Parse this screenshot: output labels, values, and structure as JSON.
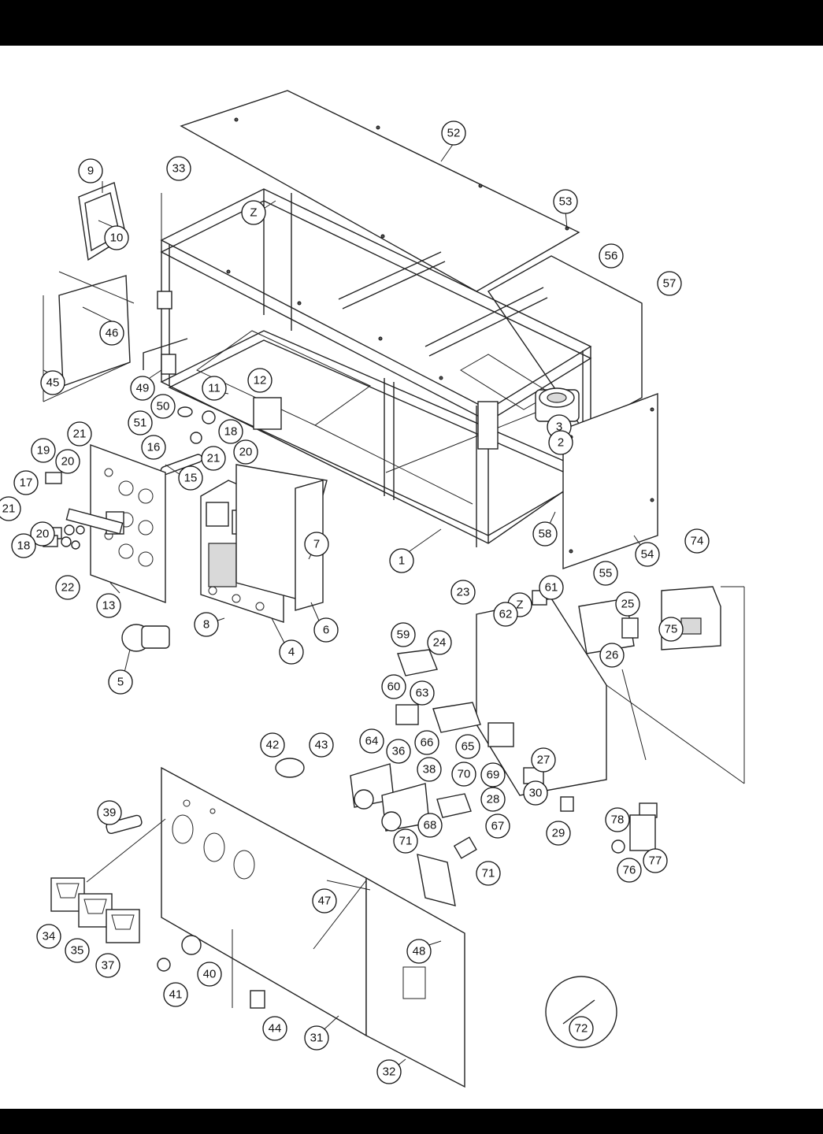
{
  "callouts": [
    {
      "label": "52"
    },
    {
      "label": "33"
    },
    {
      "label": "9"
    },
    {
      "label": "10"
    },
    {
      "label": "Z"
    },
    {
      "label": "53"
    },
    {
      "label": "56"
    },
    {
      "label": "57"
    },
    {
      "label": "46"
    },
    {
      "label": "45"
    },
    {
      "label": "49"
    },
    {
      "label": "11"
    },
    {
      "label": "12"
    },
    {
      "label": "50"
    },
    {
      "label": "51"
    },
    {
      "label": "18"
    },
    {
      "label": "20"
    },
    {
      "label": "21"
    },
    {
      "label": "16"
    },
    {
      "label": "15"
    },
    {
      "label": "21"
    },
    {
      "label": "19"
    },
    {
      "label": "20"
    },
    {
      "label": "17"
    },
    {
      "label": "21"
    },
    {
      "label": "20"
    },
    {
      "label": "18"
    },
    {
      "label": "22"
    },
    {
      "label": "13"
    },
    {
      "label": "5"
    },
    {
      "label": "7"
    },
    {
      "label": "8"
    },
    {
      "label": "4"
    },
    {
      "label": "6"
    },
    {
      "label": "1"
    },
    {
      "label": "3"
    },
    {
      "label": "2"
    },
    {
      "label": "58"
    },
    {
      "label": "54"
    },
    {
      "label": "55"
    },
    {
      "label": "74"
    },
    {
      "label": "75"
    },
    {
      "label": "23"
    },
    {
      "label": "Z"
    },
    {
      "label": "61"
    },
    {
      "label": "24"
    },
    {
      "label": "62"
    },
    {
      "label": "25"
    },
    {
      "label": "26"
    },
    {
      "label": "59"
    },
    {
      "label": "60"
    },
    {
      "label": "63"
    },
    {
      "label": "64"
    },
    {
      "label": "66"
    },
    {
      "label": "65"
    },
    {
      "label": "42"
    },
    {
      "label": "43"
    },
    {
      "label": "36"
    },
    {
      "label": "38"
    },
    {
      "label": "70"
    },
    {
      "label": "69"
    },
    {
      "label": "27"
    },
    {
      "label": "28"
    },
    {
      "label": "30"
    },
    {
      "label": "29"
    },
    {
      "label": "39"
    },
    {
      "label": "68"
    },
    {
      "label": "67"
    },
    {
      "label": "78"
    },
    {
      "label": "71"
    },
    {
      "label": "71"
    },
    {
      "label": "76"
    },
    {
      "label": "77"
    },
    {
      "label": "47"
    },
    {
      "label": "34"
    },
    {
      "label": "35"
    },
    {
      "label": "37"
    },
    {
      "label": "48"
    },
    {
      "label": "40"
    },
    {
      "label": "41"
    },
    {
      "label": "44"
    },
    {
      "label": "31"
    },
    {
      "label": "72"
    },
    {
      "label": "32"
    }
  ]
}
